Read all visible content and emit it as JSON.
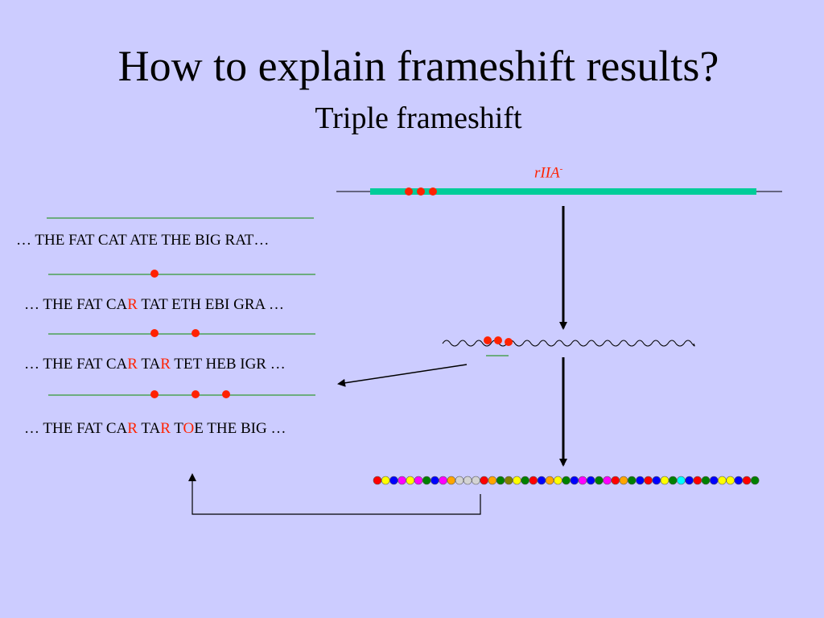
{
  "slide": {
    "title": "How to explain frameshift results?",
    "subtitle": "Triple frameshift"
  },
  "sequences": [
    {
      "id": "wild-type",
      "segments": [
        {
          "text": "… THE FAT CAT ATE THE BIG RAT…",
          "mutated": false
        }
      ]
    },
    {
      "id": "single-shift",
      "segments": [
        {
          "text": "… THE FAT CA",
          "mutated": false
        },
        {
          "text": "R",
          "mutated": true
        },
        {
          "text": " TAT ETH EBI GRA …",
          "mutated": false
        }
      ]
    },
    {
      "id": "double-shift",
      "segments": [
        {
          "text": "… THE FAT CA",
          "mutated": false
        },
        {
          "text": "R",
          "mutated": true
        },
        {
          "text": " TA",
          "mutated": false
        },
        {
          "text": "R",
          "mutated": true
        },
        {
          "text": " TET HEB IGR …",
          "mutated": false
        }
      ]
    },
    {
      "id": "triple-shift",
      "segments": [
        {
          "text": "… THE FAT CA",
          "mutated": false
        },
        {
          "text": "R",
          "mutated": true
        },
        {
          "text": " TA",
          "mutated": false
        },
        {
          "text": "R",
          "mutated": true
        },
        {
          "text": " T",
          "mutated": false
        },
        {
          "text": "O",
          "mutated": true
        },
        {
          "text": "E THE BIG …",
          "mutated": false
        }
      ]
    }
  ],
  "gene": {
    "name": "rIIA",
    "superscript": "-"
  },
  "colors": {
    "background": "#ccccff",
    "mutation": "#ff2200",
    "gene_bar": "#00cc99",
    "strand_line": "#339933",
    "protein_beads": [
      "red",
      "yellow",
      "blue",
      "magenta",
      "yellow",
      "magenta",
      "green",
      "blue",
      "magenta",
      "orange",
      "lightgray",
      "lightgray",
      "lightgray",
      "red",
      "orange",
      "green",
      "olive",
      "yellow",
      "green",
      "red",
      "blue",
      "orange",
      "yellow",
      "green",
      "blue",
      "magenta",
      "blue",
      "green",
      "magenta",
      "red",
      "orange",
      "green",
      "blue",
      "red",
      "blue",
      "yellow",
      "green",
      "cyan",
      "blue",
      "red",
      "green",
      "blue",
      "yellow",
      "yellow",
      "blue",
      "red",
      "green"
    ]
  }
}
